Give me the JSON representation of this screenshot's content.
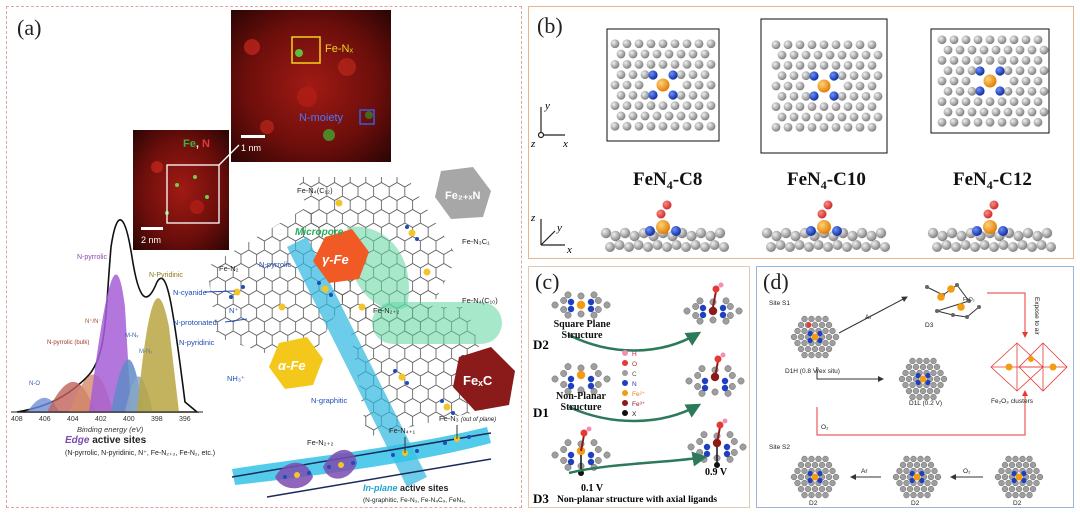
{
  "panel_a": {
    "label": "(a)",
    "stem_large": {
      "fe_nx": "Fe-Nₓ",
      "n_moiety": "N-moiety",
      "scale": "1 nm"
    },
    "stem_small": {
      "fe": "Fe",
      "comma": ", ",
      "n": "N",
      "scale": "2 nm"
    },
    "xps": {
      "xlabel": "Binding energy (eV)",
      "ticks": [
        "408",
        "406",
        "404",
        "402",
        "400",
        "398",
        "396"
      ],
      "peaks": [
        "N-pyrrolic",
        "N-Pyridinic",
        "N-pyrrolic (bulk)",
        "N⁺/N⁻",
        "M-Nₓ",
        "M-N₁",
        "N-O"
      ]
    },
    "labels": {
      "micropore": "Micropore",
      "gamma_fe": "γ-Fe",
      "alpha_fe": "α-Fe",
      "fe2xn": "Fe₂₊ₓN",
      "fexc": "FeₓC",
      "fe_n4_c12": "Fe-N₄(C₁₂)",
      "fe_n3_c1": "Fe-N₃C₁",
      "fe_n4_c10": "Fe-N₄(C₁₀)",
      "fe_n2": "Fe-N₂",
      "fe_n2p2": "Fe-N₂₊₂",
      "n_pyrrolic": "N-pyrrolic",
      "n_cyanide": "N-cyanide",
      "n_plus": "N⁺",
      "n_protonated": "N-protonated",
      "n_pyridinic": "N-pyridinic",
      "n_graphitic": "N-graphitic",
      "nh3": "NH₃⁺",
      "fe_n2p2_edge": "Fe-N₂₊₂",
      "fe_n4p1": "Fe-N₄₊₁",
      "fe_n3_out": "Fe-N₃",
      "out_of_plane": "(out of plane)"
    },
    "edge_title_em": "Edge",
    "edge_title_rest": " active sites",
    "edge_list": "(N-pyrrolic, N-pyridinic, N⁺, Fe-N₂₊₂, Fe-N₂, etc.)",
    "inplane_title_em": "In-plane",
    "inplane_title_rest": " active sites",
    "inplane_list": "(N-graphitic, Fe-N₃, Fe-N₄C₉, FeN₄,"
  },
  "panel_b": {
    "label": "(b)",
    "axes_top": {
      "y": "y",
      "z": "z",
      "x": "x"
    },
    "axes_bottom": {
      "z": "z",
      "y": "y",
      "x": "x"
    },
    "structures": [
      {
        "base": "FeN",
        "sub": "4",
        "suffix": "-C8"
      },
      {
        "base": "FeN",
        "sub": "4",
        "suffix": "-C10"
      },
      {
        "base": "FeN",
        "sub": "4",
        "suffix": "-C12"
      }
    ]
  },
  "panel_c": {
    "label": "(c)",
    "d2": "D2",
    "d2_text": "Square Plane Structure",
    "d1": "D1",
    "d1_text": "Non-Planar Structure",
    "d3": "D3",
    "d3_text": "Non-planar structure with axial ligands",
    "v1": "0.1 V",
    "v2": "0.9 V",
    "legend": [
      {
        "symbol": "H",
        "color": "#f48fb1"
      },
      {
        "symbol": "O",
        "color": "#e53935"
      },
      {
        "symbol": "C",
        "color": "#9e9e9e"
      },
      {
        "symbol": "N",
        "color": "#1e3fbf"
      },
      {
        "symbol": "Fe²⁺",
        "color": "#f39c12"
      },
      {
        "symbol": "Fe³⁺",
        "color": "#8b1a1a"
      },
      {
        "symbol": "X",
        "color": "#111111"
      }
    ]
  },
  "panel_d": {
    "label": "(d)",
    "site_s1": "Site S1",
    "site_s2": "Site S2",
    "d1h": "D1H (0.8 V/ex situ)",
    "d1l": "D1L (0.2 V)",
    "d3": "D3",
    "d2a": "D2",
    "d2b": "D2",
    "d2c": "D2",
    "ar1": "Ar",
    "ar2": "Ar",
    "o2a": "O₂",
    "o2b": "O₂",
    "expose": "Expose to air",
    "fe2o3": "Fe₂O₃ clusters",
    "feo": "FeO₂"
  }
}
